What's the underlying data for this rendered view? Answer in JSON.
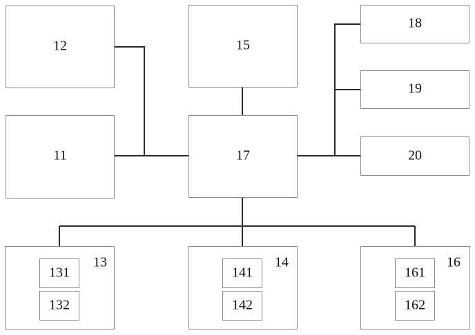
{
  "blocks": {
    "b11": "11",
    "b12": "12",
    "b13": "13",
    "b14": "14",
    "b15": "15",
    "b16": "16",
    "b17": "17",
    "b18": "18",
    "b19": "19",
    "b20": "20"
  },
  "sub_blocks": {
    "b131": "131",
    "b132": "132",
    "b141": "141",
    "b142": "142",
    "b161": "161",
    "b162": "162"
  },
  "colors": {
    "box_border": "#8a8a8a",
    "connector": "#2b2b2b",
    "text": "#111111",
    "background": "#ffffff"
  }
}
